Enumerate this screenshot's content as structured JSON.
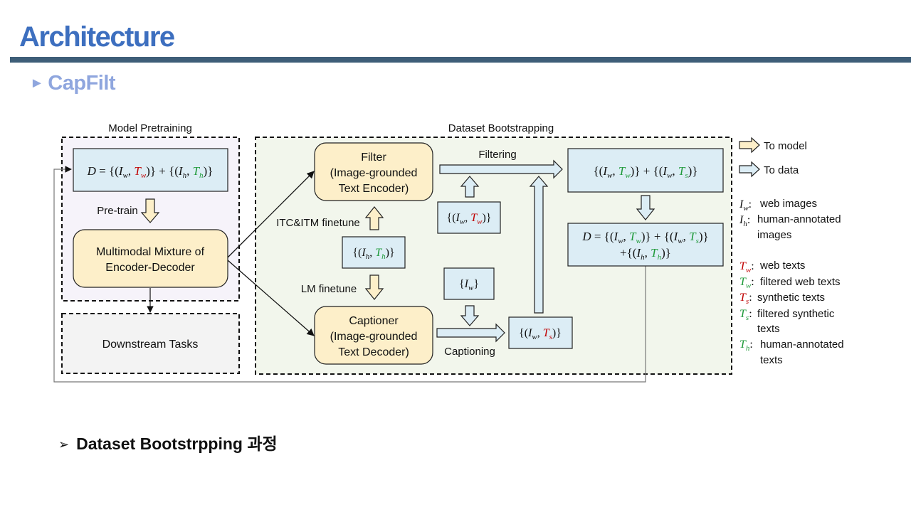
{
  "slide": {
    "title": "Architecture",
    "subtitle_marker": "►",
    "subtitle": "CapFilt",
    "bullet_marker": "➢",
    "bullet": "Dataset Bootstrpping 과정"
  },
  "diagram": {
    "sections": {
      "pretraining": "Model Pretraining",
      "bootstrapping": "Dataset Bootstrapping"
    },
    "nodes": {
      "model": [
        "Multimodal Mixture of",
        "Encoder-Decoder"
      ],
      "downstream": "Downstream Tasks",
      "filter": [
        "Filter",
        "(Image-grounded",
        "Text Encoder)"
      ],
      "captioner": [
        "Captioner",
        "(Image-grounded",
        "Text Decoder)"
      ]
    },
    "edge_labels": {
      "pretrain": "Pre-train",
      "itc_itm": "ITC&ITM finetune",
      "lm": "LM finetune",
      "filtering": "Filtering",
      "captioning": "Captioning"
    },
    "legend_arrows": {
      "to_model": "To model",
      "to_data": "To data"
    },
    "legend_symbols": {
      "Iw": "web images",
      "Ih": "human-annotated",
      "Ih_cont": "images",
      "Tw": "web texts",
      "Tw_filtered": "filtered web texts",
      "Ts": "synthetic texts",
      "Ts_filtered": "filtered synthetic",
      "Ts_filtered_cont": "texts",
      "Th": "human-annotated",
      "Th_cont": "texts"
    },
    "colors": {
      "web_text": "#c00000",
      "filtered_text": "#1f9a3a",
      "data_box": "#dcedf5",
      "model_box": "#fdefc9",
      "title": "#3d6fbf",
      "subtitle": "#8fa6de",
      "rule": "#3e5e78"
    }
  }
}
